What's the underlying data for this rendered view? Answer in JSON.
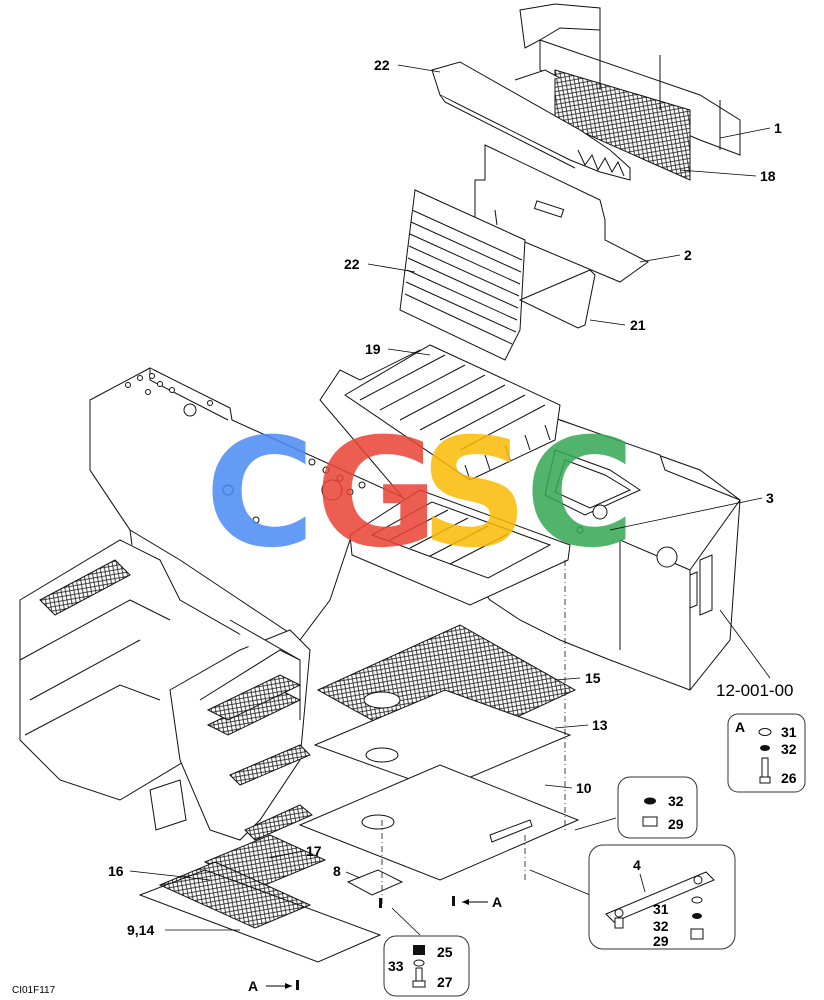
{
  "diagram": {
    "drawing_code": "CI01F117",
    "reference": "12-001-00",
    "watermark": {
      "letters": [
        "C",
        "G",
        "S",
        "C"
      ],
      "colors": [
        "#4a8af4",
        "#ea4335",
        "#fbbc05",
        "#34a853"
      ]
    },
    "callouts": {
      "c1": "1",
      "c18": "18",
      "c22a": "22",
      "c2": "2",
      "c22b": "22",
      "c21": "21",
      "c19": "19",
      "c3": "3",
      "c15": "15",
      "c13": "13",
      "c10": "10",
      "c16": "16",
      "c17": "17",
      "c8": "8",
      "c914": "9,14",
      "view_a1": "A",
      "view_a2": "A"
    },
    "inset_a": {
      "title": "A",
      "items": [
        "31",
        "32",
        "26"
      ]
    },
    "inset_small": {
      "items": [
        "32",
        "29"
      ]
    },
    "inset_bracket": {
      "items": [
        "4",
        "31",
        "32",
        "29"
      ]
    },
    "inset_bolt": {
      "items": [
        "25",
        "33",
        "27"
      ]
    }
  }
}
